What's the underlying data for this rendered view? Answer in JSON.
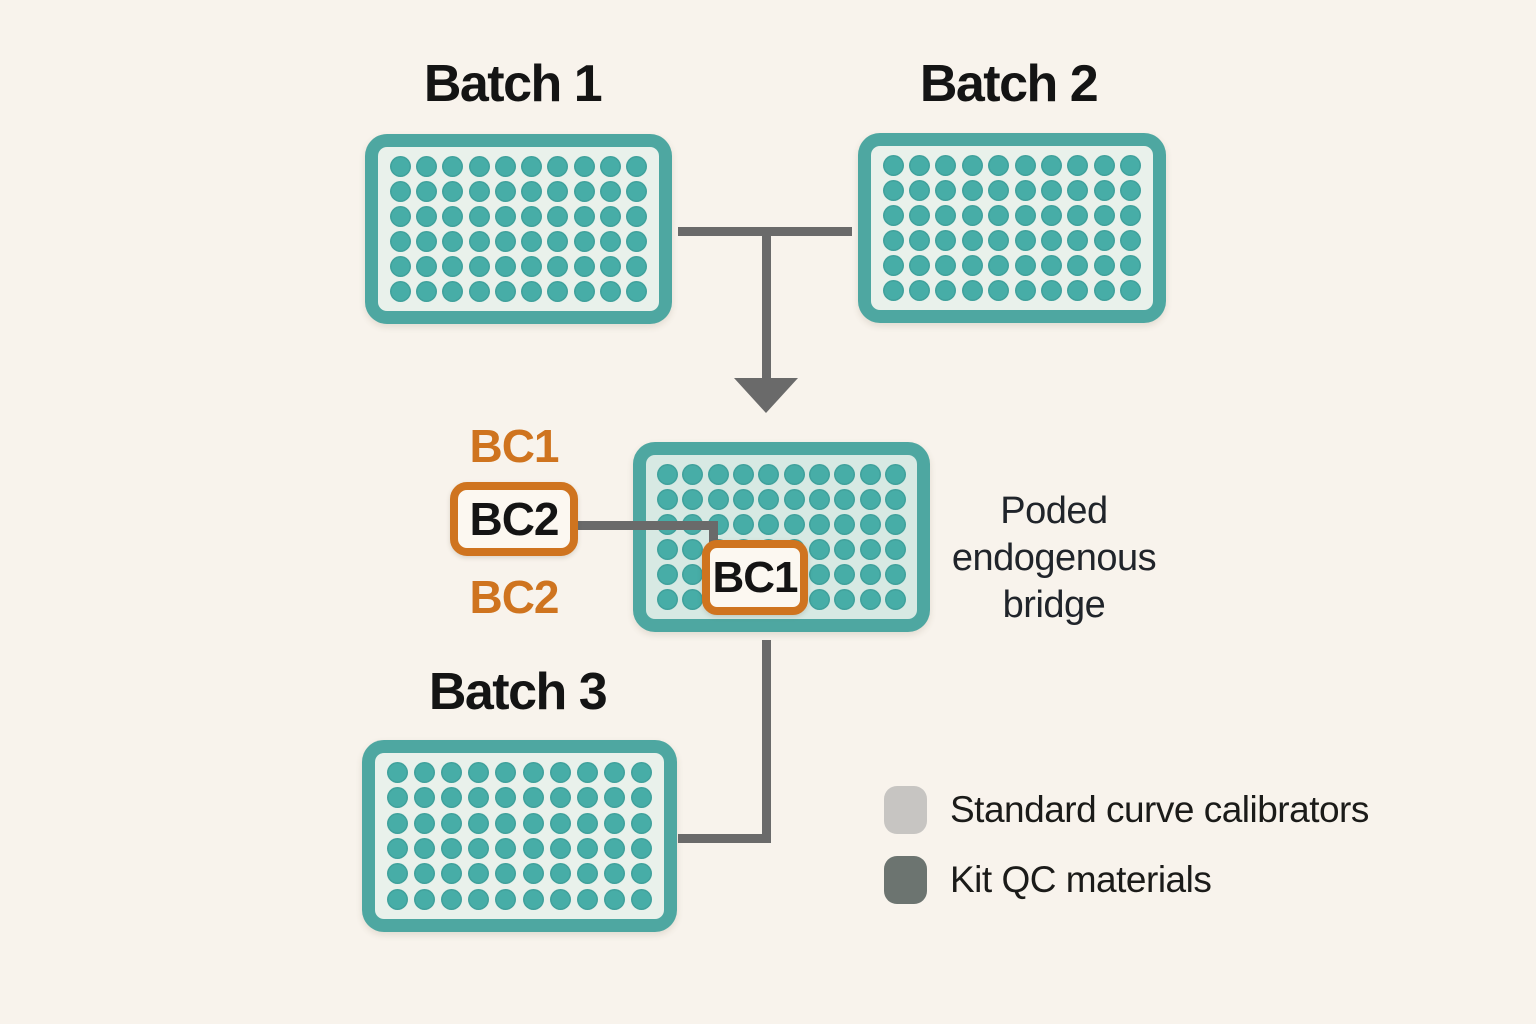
{
  "colors": {
    "background": "#f8f3ec",
    "plate_border": "#4ea7a1",
    "plate_tray": "#e9f1eb",
    "bridge_tray": "#d7e9e3",
    "well": "#47ada7",
    "connector": "#6a6a6a",
    "accent_orange": "#cf741f",
    "text_dark": "#141414"
  },
  "plates": {
    "batch1": {
      "title": "Batch 1",
      "rows": 6,
      "cols": 10
    },
    "batch2": {
      "title": "Batch 2",
      "rows": 6,
      "cols": 10
    },
    "bridge": {
      "rows": 6,
      "cols": 10
    },
    "batch3": {
      "title": "Batch 3",
      "rows": 6,
      "cols": 10
    }
  },
  "labels": {
    "bc1_callout": "BC1",
    "bc2_boxed": "BC2",
    "bc2_callout": "BC2",
    "bc1_on_plate": "BC1"
  },
  "caption": {
    "line1": "Poded",
    "line2": "endogenous",
    "line3": "bridge"
  },
  "legend": {
    "items": [
      {
        "label": "Standard curve calibrators",
        "color": "#c7c5c2"
      },
      {
        "label": "Kit QC materials",
        "color": "#6c7470"
      }
    ]
  }
}
